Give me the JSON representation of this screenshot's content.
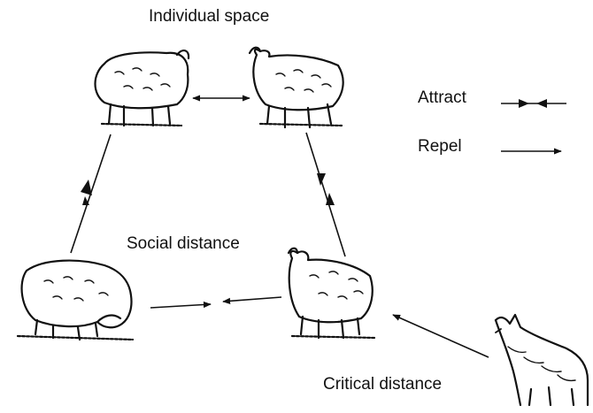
{
  "labels": {
    "individual_space": "Individual space",
    "social_distance": "Social distance",
    "critical_distance": "Critical distance"
  },
  "legend": {
    "attract": "Attract",
    "repel": "Repel"
  },
  "figures": {
    "sheep_top_left": "sheep-icon",
    "sheep_top_right": "sheep-icon",
    "sheep_bottom_left": "grazing-sheep-icon",
    "sheep_bottom_right": "sheep-icon",
    "dog": "sheepdog-icon"
  },
  "colors": {
    "line": "#111111"
  }
}
